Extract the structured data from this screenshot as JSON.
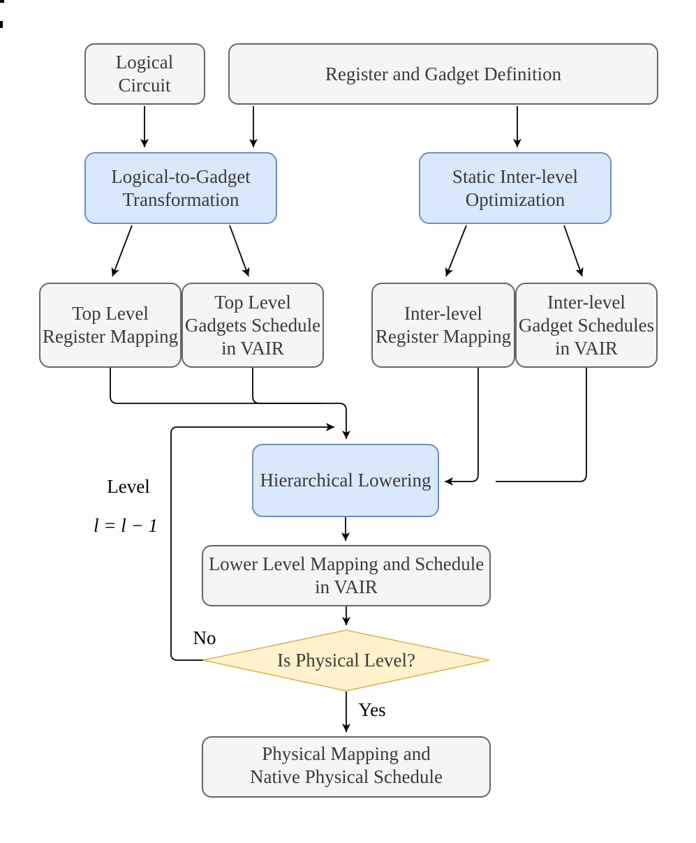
{
  "diagram": {
    "colors": {
      "background": "#ffffff",
      "node_gray_fill": "#f5f5f5",
      "node_gray_stroke": "#666666",
      "node_blue_fill": "#dae8fc",
      "node_blue_stroke": "#6c8ebf",
      "decision_fill": "#fff2cc",
      "decision_stroke": "#d6b656",
      "edge": "#000000",
      "text": "#3a3a3a",
      "label_text": "#000000"
    },
    "nodes": {
      "logical_circuit": {
        "lines": [
          "Logical",
          "Circuit"
        ]
      },
      "register_gadget_definition": {
        "lines": [
          "Register and Gadget Definition"
        ]
      },
      "logical_to_gadget_transformation": {
        "lines": [
          "Logical-to-Gadget",
          "Transformation"
        ]
      },
      "static_inter_level_optimization": {
        "lines": [
          "Static Inter-level",
          "Optimization"
        ]
      },
      "top_level_register_mapping": {
        "lines": [
          "Top Level",
          "Register Mapping"
        ]
      },
      "top_level_gadgets_schedule": {
        "lines": [
          "Top Level",
          "Gadgets Schedule",
          "in VAIR"
        ]
      },
      "inter_level_register_mapping": {
        "lines": [
          "Inter-level",
          "Register Mapping"
        ]
      },
      "inter_level_gadget_schedules": {
        "lines": [
          "Inter-level",
          "Gadget Schedules",
          "in VAIR"
        ]
      },
      "hierarchical_lowering": {
        "lines": [
          "Hierarchical Lowering"
        ]
      },
      "lower_level_mapping_schedule": {
        "lines": [
          "Lower Level Mapping and Schedule",
          "in VAIR"
        ]
      },
      "is_physical_level": {
        "lines": [
          "Is Physical Level?"
        ]
      },
      "physical_mapping_schedule": {
        "lines": [
          "Physical Mapping and",
          "Native Physical Schedule"
        ]
      }
    },
    "edge_labels": {
      "no": "No",
      "yes": "Yes",
      "loop_level": "Level",
      "loop_decrement": "l = l − 1"
    }
  }
}
